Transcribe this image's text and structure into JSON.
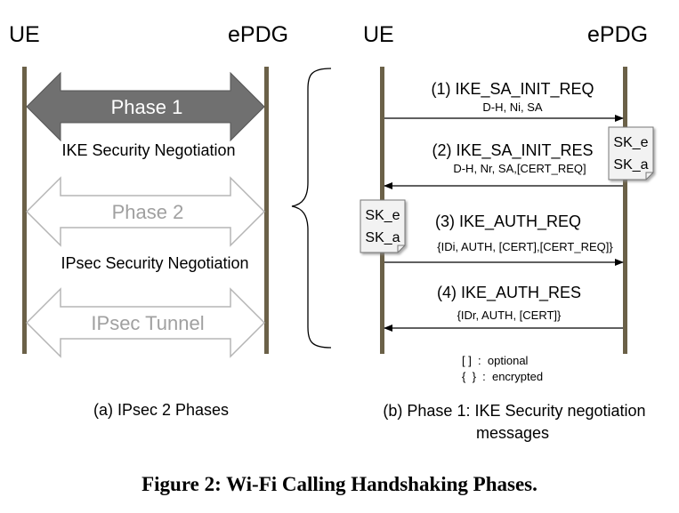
{
  "left_panel": {
    "entity_left": "UE",
    "entity_right": "ePDG",
    "phase1_label": "Phase 1",
    "phase1_desc": "IKE Security Negotiation",
    "phase2_label": "Phase 2",
    "phase2_desc": "IPsec Security Negotiation",
    "tunnel_label": "IPsec Tunnel",
    "caption": "(a) IPsec 2 Phases"
  },
  "right_panel": {
    "entity_left": "UE",
    "entity_right": "ePDG",
    "messages": [
      {
        "title": "(1) IKE_SA_INIT_REQ",
        "params": "D-H, Ni, SA"
      },
      {
        "title": "(2) IKE_SA_INIT_RES",
        "params": "D-H, Nr, SA,[CERT_REQ]"
      },
      {
        "title": "(3) IKE_AUTH_REQ",
        "params": "{IDi, AUTH, [CERT],[CERT_REQ]}"
      },
      {
        "title": "(4) IKE_AUTH_RES",
        "params": "{IDr, AUTH, [CERT]}"
      }
    ],
    "key_note_epdg": [
      "SK_e",
      "SK_a"
    ],
    "key_note_ue": [
      "SK_e",
      "SK_a"
    ],
    "legend": [
      "[ ]  :  optional",
      "{  }  :  encrypted"
    ],
    "caption_line1": "(b) Phase 1: IKE Security negotiation",
    "caption_line2": "messages"
  },
  "figure_caption": "Figure 2: Wi-Fi Calling Handshaking Phases.",
  "colors": {
    "lifeline": "#6b6148",
    "phase1_fill": "#707070",
    "phase1_text": "#ffffff",
    "hollow_fill": "#ffffff",
    "hollow_stroke": "#b5b5b5",
    "hollow_text": "#a0a0a0",
    "note_fill": "#f2f2f2"
  }
}
